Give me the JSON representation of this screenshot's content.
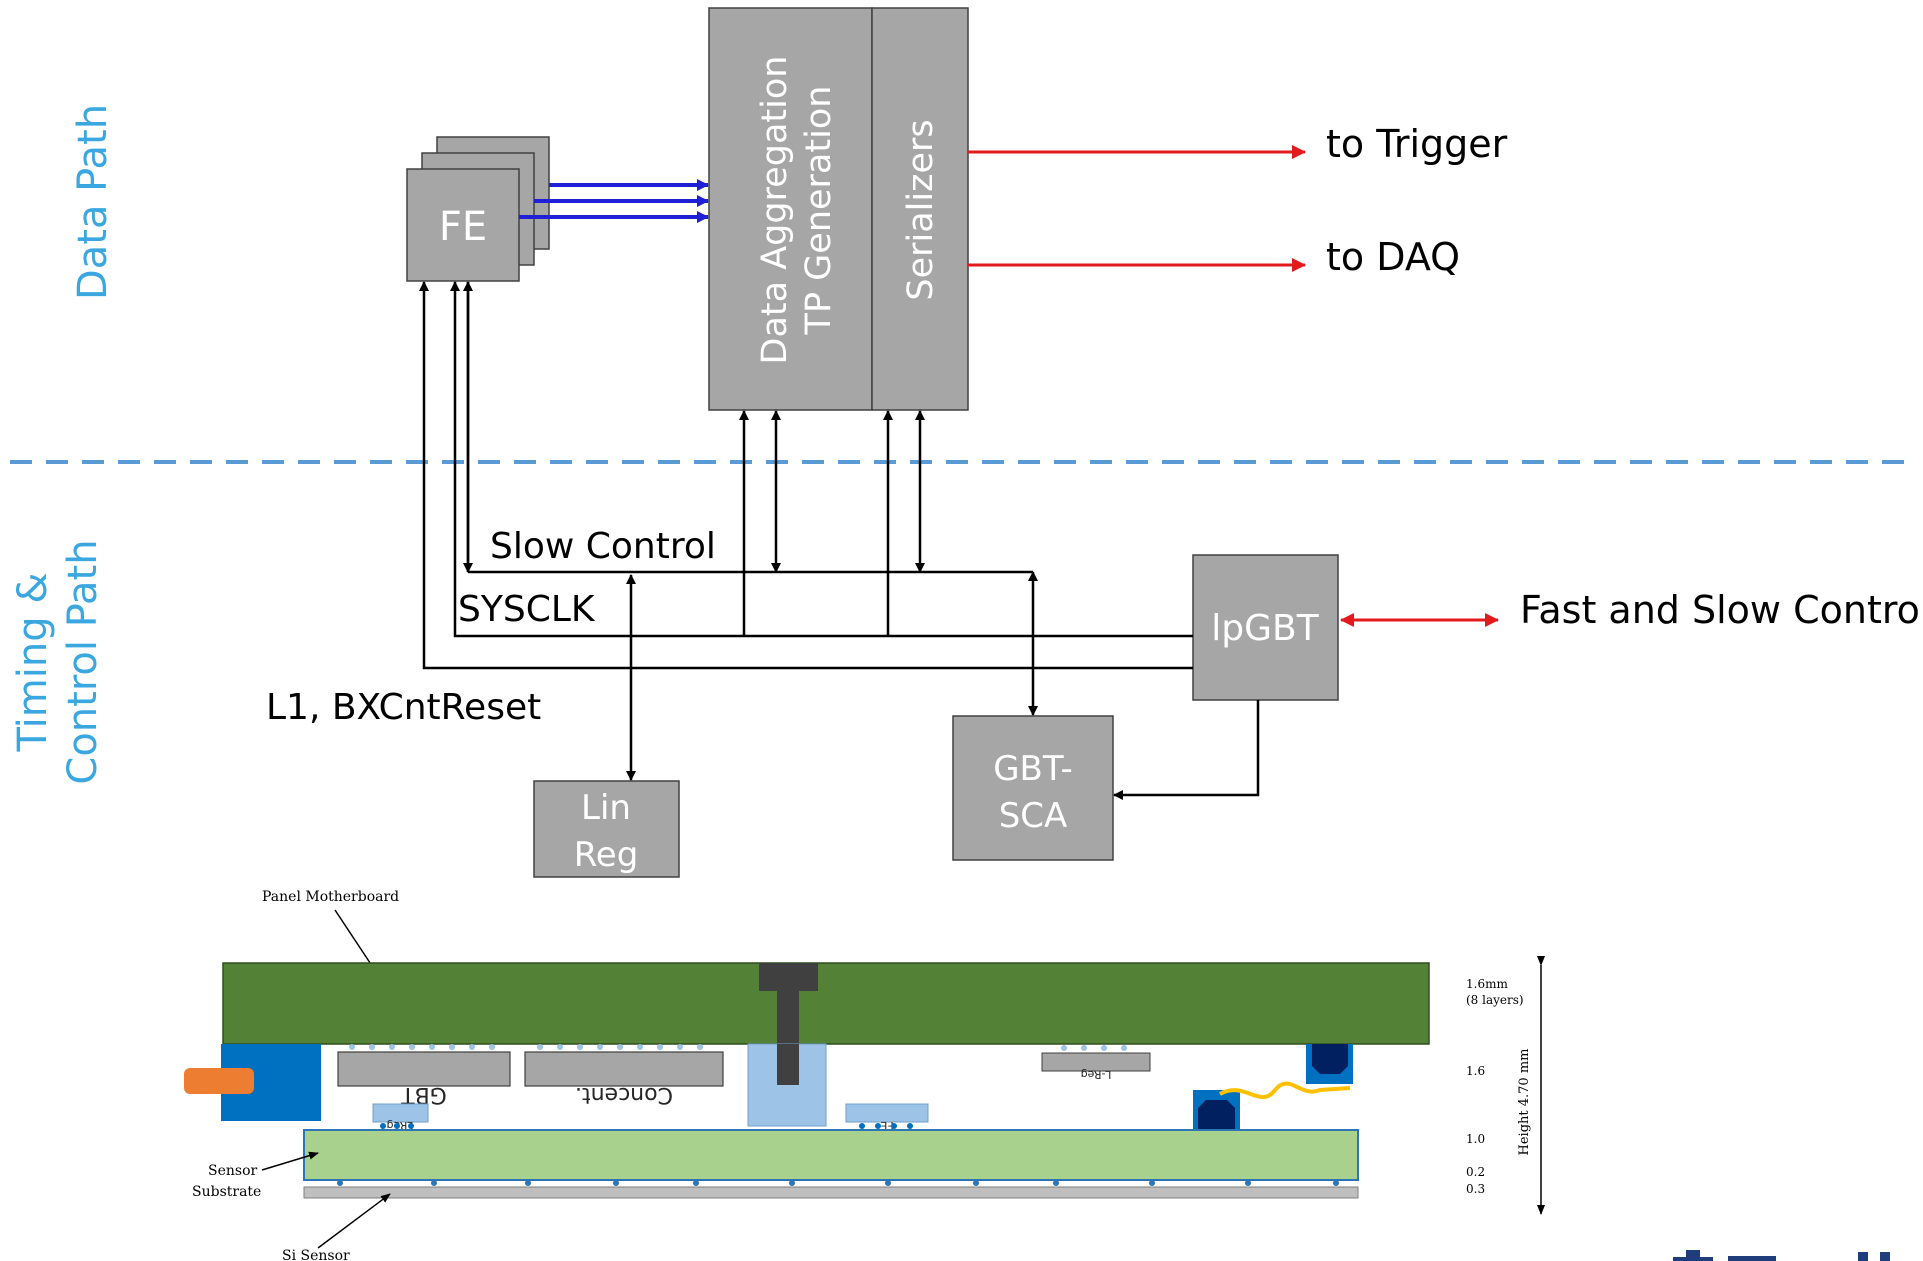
{
  "side_labels": {
    "data_path": "Data Path",
    "timing_line1": "Timing &",
    "timing_line2": "Control Path"
  },
  "blocks": {
    "fe": "FE",
    "data_aggregation": "Data Aggregation",
    "tp_generation": "TP Generation",
    "serializers": "Serializers",
    "lpgbt": "lpGBT",
    "gbt_sca_line1": "GBT-",
    "gbt_sca_line2": "SCA",
    "lin_reg_line1": "Lin",
    "lin_reg_line2": "Reg"
  },
  "outputs": {
    "trigger": "to Trigger",
    "daq": "to DAQ",
    "fast_slow": "Fast and Slow Control"
  },
  "signals": {
    "slow_control": "Slow Control",
    "sysclk": "SYSCLK",
    "l1": "L1, BXCntReset"
  },
  "cross_section": {
    "panel_motherboard": "Panel Motherboard",
    "gbt_chip": "GBT",
    "concent_chip": "Concent.",
    "lreg_top": "L-Reg",
    "lreg_bottom": "LReg",
    "fe_chip": "FE",
    "sensor_line1": "Sensor",
    "sensor_line2": "Substrate",
    "si_sensor": "Si Sensor",
    "dim_16mm": "1.6mm",
    "dim_8layers": "(8 layers)",
    "dim_16": "1.6",
    "dim_10": "1.0",
    "dim_02": "0.2",
    "dim_03": "0.3",
    "height": "Height 4.70 mm"
  },
  "colors": {
    "block_fill": "#a6a6a6",
    "label_blue": "#3aa7e0",
    "red_arrow": "#e31a1c",
    "blue_arrow": "#1f1fd6",
    "dashed_line": "#5b9bd5",
    "pcb_green": "#538135",
    "substrate_green": "#a9d18e"
  }
}
